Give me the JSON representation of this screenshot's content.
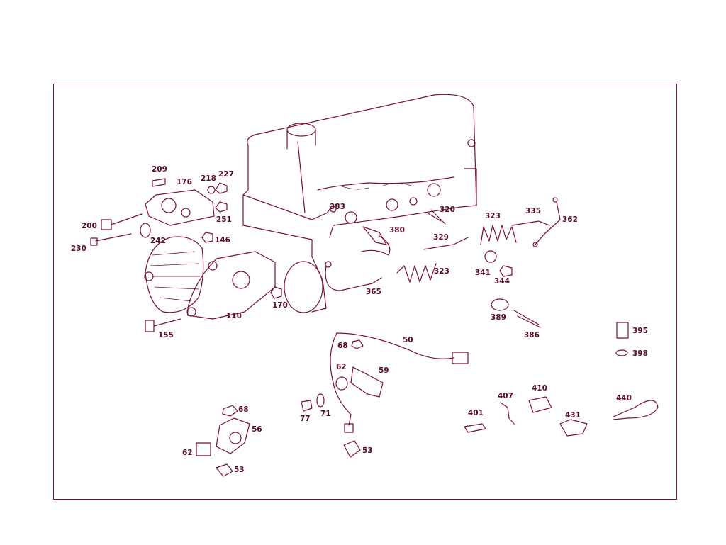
{
  "diagram": {
    "part_labels": [
      "209",
      "176",
      "218",
      "227",
      "251",
      "200",
      "230",
      "242",
      "146",
      "110",
      "155",
      "170",
      "383",
      "320",
      "380",
      "329",
      "323",
      "335",
      "362",
      "341",
      "344",
      "365",
      "389",
      "386",
      "395",
      "398",
      "50",
      "68",
      "62",
      "59",
      "77",
      "71",
      "53",
      "56",
      "401",
      "407",
      "410",
      "431",
      "440"
    ]
  },
  "colors": {
    "line": "#7a1030",
    "label": "#5a0c22",
    "background": "#ffffff"
  }
}
